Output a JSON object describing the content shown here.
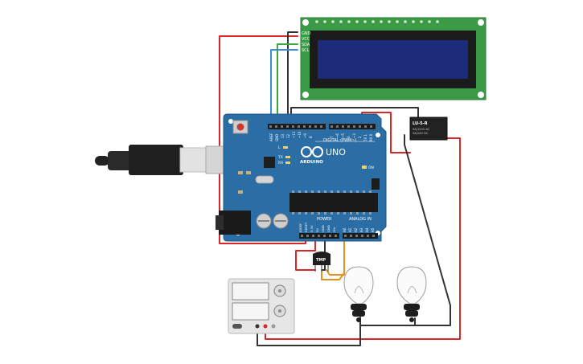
{
  "board": {
    "name": "UNO",
    "brand": "ARDUINO",
    "digital_label": "DIGITAL (PWM~)",
    "power_label": "POWER",
    "analog_label": "ANALOG IN",
    "tx_label": "TX",
    "rx_label": "RX",
    "l_label": "L",
    "on_label": "ON",
    "digital_pins": [
      "AREF",
      "GND",
      "13",
      "12",
      "~11",
      "~10",
      "~9",
      "8",
      "7",
      "~6",
      "~5",
      "4",
      "~3",
      "2",
      "TX 1",
      "RX 0"
    ],
    "power_pins": [
      "IOREF",
      "RESET",
      "3.3V",
      "5V",
      "GND",
      "GND",
      "Vin"
    ],
    "analog_pins": [
      "A0",
      "A1",
      "A2",
      "A3",
      "A4",
      "A5"
    ]
  },
  "lcd": {
    "pins": [
      "GND",
      "VCC",
      "SDA",
      "SCL"
    ]
  },
  "relay": {
    "name": "LU-5-R",
    "line1": "5A/125V AC",
    "line2": "5A/24V DC"
  },
  "sensor": {
    "label": "TMP"
  },
  "colors": {
    "board": "#2b6ea6",
    "lcd_pcb": "#3a9a46",
    "lcd_screen": "#1d2c7a",
    "wire_red": "#d92626",
    "wire_black": "#333333",
    "wire_orange": "#e8901c",
    "wire_green": "#3aa83a",
    "wire_blue": "#3b8fd9",
    "relay_body": "#222222"
  }
}
